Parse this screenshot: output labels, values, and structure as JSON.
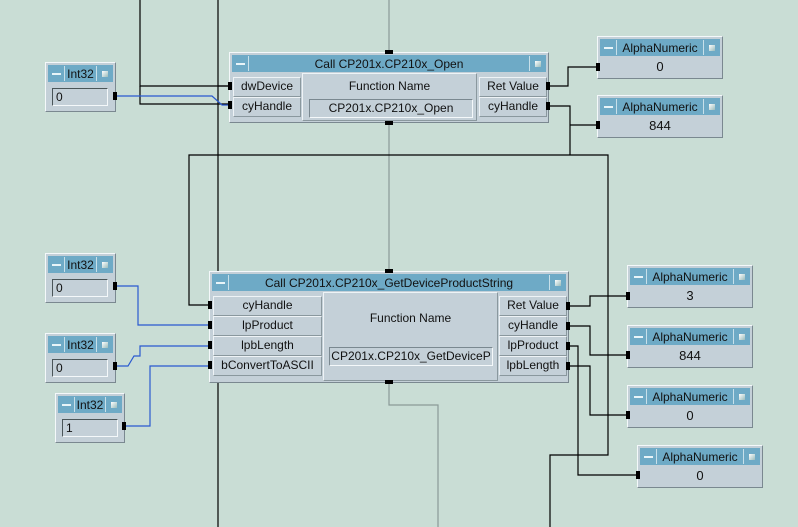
{
  "inputs": [
    {
      "title": "Int32",
      "value": "0"
    },
    {
      "title": "Int32",
      "value": "0"
    },
    {
      "title": "Int32",
      "value": "0"
    },
    {
      "title": "Int32",
      "value": "1"
    }
  ],
  "open_call": {
    "title": "Call CP201x.CP210x_Open",
    "inputs": [
      "dwDevice",
      "cyHandle"
    ],
    "outputs": [
      "Ret Value",
      "cyHandle"
    ],
    "function_name_label": "Function Name",
    "function_name": "CP201x.CP210x_Open"
  },
  "get_call": {
    "title": "Call CP201x.CP210x_GetDeviceProductString",
    "inputs": [
      "cyHandle",
      "lpProduct",
      "lpbLength",
      "bConvertToASCII"
    ],
    "outputs": [
      "Ret Value",
      "cyHandle",
      "lpProduct",
      "lpbLength"
    ],
    "function_name_label": "Function Name",
    "function_name": "CP201x.CP210x_GetDeviceP"
  },
  "displays": [
    {
      "title": "AlphaNumeric",
      "value": "0"
    },
    {
      "title": "AlphaNumeric",
      "value": "844"
    },
    {
      "title": "AlphaNumeric",
      "value": "3"
    },
    {
      "title": "AlphaNumeric",
      "value": "844"
    },
    {
      "title": "AlphaNumeric",
      "value": "0"
    },
    {
      "title": "AlphaNumeric",
      "value": "0"
    }
  ]
}
